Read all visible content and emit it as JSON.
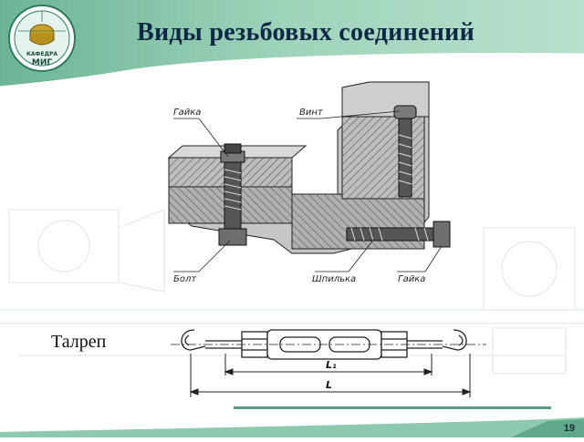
{
  "slide": {
    "title": "Виды резьбовых соединений",
    "page_number": "19",
    "section_label": "Талреп"
  },
  "logo": {
    "text_top": "КАФЕДРА",
    "text_main": "МИГ"
  },
  "drawing_labels": {
    "nut_top": "Гайка",
    "screw": "Винт",
    "bolt": "Болт",
    "stud": "Шпилька",
    "nut_bottom": "Гайка"
  },
  "dimension_labels": {
    "inner": "L₁",
    "outer": "L"
  },
  "colors": {
    "header_green": "#8cc9ae",
    "header_dark": "#5fa88a",
    "title": "#0f2747",
    "accent_line": "#5a9a86"
  }
}
